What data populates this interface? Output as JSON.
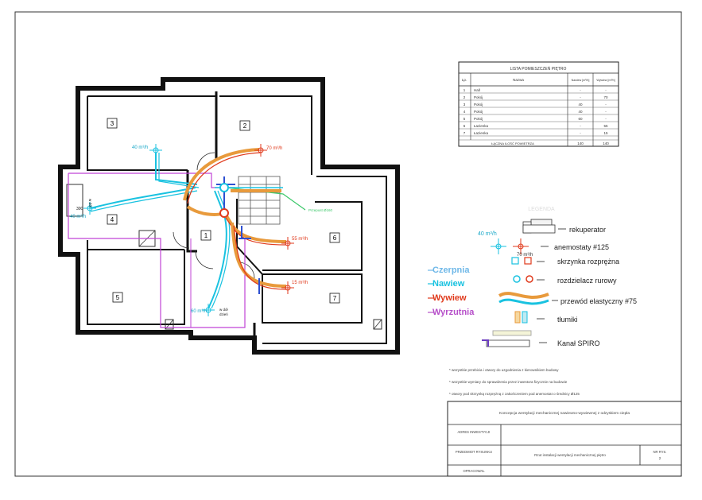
{
  "room_list": {
    "title": "LISTA POMIESZCZEŃ PIĘTRO",
    "headers": [
      "Lp.",
      "Nazwa",
      "Nawiew [m³/h]",
      "Wywiew [m³/h]"
    ],
    "rows": [
      [
        "1",
        "Hall",
        "-",
        "-"
      ],
      [
        "2",
        "Pokój",
        "-",
        "70"
      ],
      [
        "3",
        "Pokój",
        "40",
        "-"
      ],
      [
        "4",
        "Pokój",
        "40",
        "-"
      ],
      [
        "5",
        "Pokój",
        "60",
        "-"
      ],
      [
        "6",
        "Łazienka",
        "-",
        "55"
      ],
      [
        "7",
        "Łazienka",
        "-",
        "15"
      ]
    ],
    "total_label": "ŁĄCZNA ILOŚĆ POWIETRZA",
    "total_supply": "140",
    "total_exhaust": "140"
  },
  "plan": {
    "room_numbers": [
      "1",
      "2",
      "3",
      "4",
      "5",
      "6",
      "7"
    ],
    "flow_labels": {
      "r2": "70 m³/h",
      "r3": "40 m³/h",
      "r4": "40 m³/h",
      "r5": "60 m³/h",
      "r6": "55 m³/h",
      "r7": "15 m³/h"
    },
    "note_r4": "w dół",
    "note_r4_num": "300",
    "note_r5": "w dół",
    "note_r5b": "dzień",
    "fi_label": "Przepust Ø160"
  },
  "legend": {
    "title": "LEGENDA",
    "flow_label": "40 m³/h",
    "flow_label2": "70 m³/h",
    "items": [
      "rekuperator",
      "anemostaty #125",
      "skrzynka rozprężna",
      "rozdzielacz rurowy",
      "przewód elastyczny #75",
      "tłumiki",
      "Kanał SPIRO"
    ],
    "ducts": [
      {
        "label": "Czerpnia",
        "color": "#6fb8e8"
      },
      {
        "label": "Nawiew",
        "color": "#19c2e0"
      },
      {
        "label": "Wywiew",
        "color": "#e03a1c"
      },
      {
        "label": "Wyrzutnia",
        "color": "#b64fc9"
      }
    ]
  },
  "notes": [
    "* wszystkie przebicia i otwory do uzgodnienia z kierownikiem budowy",
    "* wszystkie wymiary do sprawdzenia przez inwestora fizycznie na budowie",
    "* otwory pod skrzynką rozprężną z zakończeniem pod anemostat o średnicy Ø125"
  ],
  "title_block": {
    "description": "Koncepcja wentylacji mechanicznej nawiewno-wywiewnej z odzyskiem ciepła",
    "address_label": "ADRES INWESTYCJI",
    "address_value": "",
    "content_label": "PRZEDMIOT RYSUNKU",
    "content_value": "Rzut instalacji wentylacji mechanicznej piętro",
    "drawing_no_label": "NR RYS.",
    "drawing_no": "2",
    "prepared_label": "OPRACOWAŁ",
    "prepared_value": ""
  },
  "colors": {
    "wall": "#111111",
    "supply": "#19c2e0",
    "exhaust": "#e03a1c",
    "flex": "#e89a3c",
    "outline": "#c044d6",
    "intake": "#6fb8e8"
  }
}
